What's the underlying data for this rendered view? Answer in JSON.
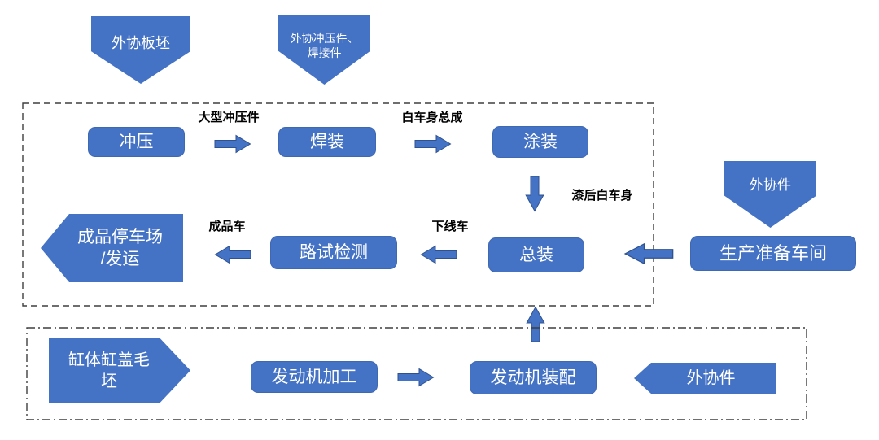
{
  "colors": {
    "shape_fill": "#4472C4",
    "shape_stroke": "#2F528F",
    "shape_stroke_soft": "#3E68B2",
    "shape_text": "#FFFFFF",
    "label_text": "#000000",
    "frame_border": "#3F3F3F"
  },
  "inputs": {
    "slab": "外协板坯",
    "stamping_welding_parts": "外协冲压件、\n焊接件",
    "outsourced_parts_vehicle": "外协件",
    "outsourced_parts_engine": "外协件",
    "engine_blank": "缸体缸盖毛\n坯"
  },
  "vehicle_line": {
    "stamping": "冲压",
    "welding": "焊装",
    "painting": "涂装",
    "final_assembly": "总装",
    "road_test": "路试检测",
    "prep_workshop": "生产准备车间",
    "finished_yard": "成品停车场\n/发运"
  },
  "engine_line": {
    "machining": "发动机加工",
    "assembly": "发动机装配"
  },
  "flow_labels": {
    "large_stampings": "大型冲压件",
    "body_in_white": "白车身总成",
    "painted_body": "漆后白车身",
    "offline_car": "下线车",
    "finished_car": "成品车"
  }
}
